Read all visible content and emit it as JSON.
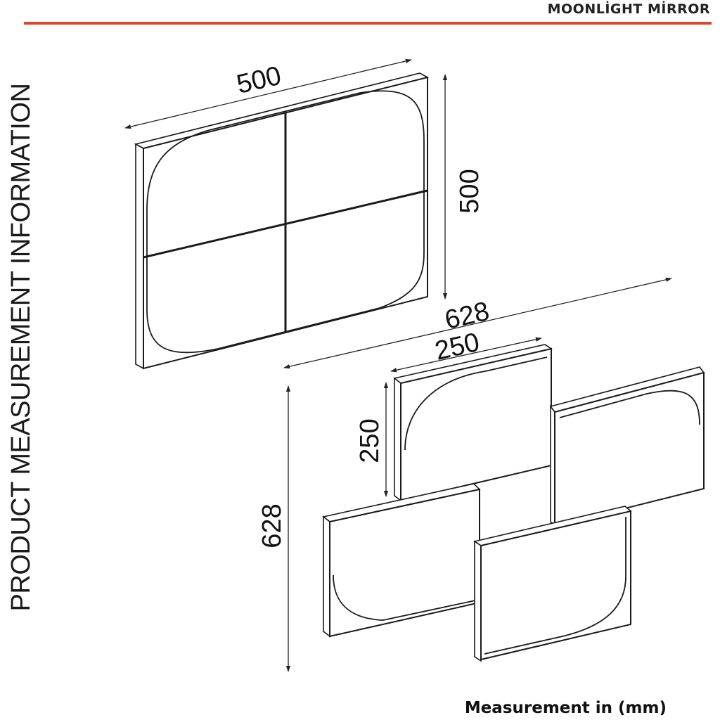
{
  "header": {
    "product_name": "MOONLİGHT MİRROR",
    "accent_color": "#e2451f"
  },
  "side_heading": "PRODUCT MEASUREMENT INFORMATION",
  "footer": "Measurement in (mm)",
  "dimensions": {
    "assembled_width": "500",
    "assembled_height": "500",
    "expanded_width": "628",
    "expanded_height": "628",
    "panel_width": "250",
    "panel_height": "250"
  },
  "colors": {
    "line": "#1a1a1a",
    "background": "#ffffff"
  }
}
